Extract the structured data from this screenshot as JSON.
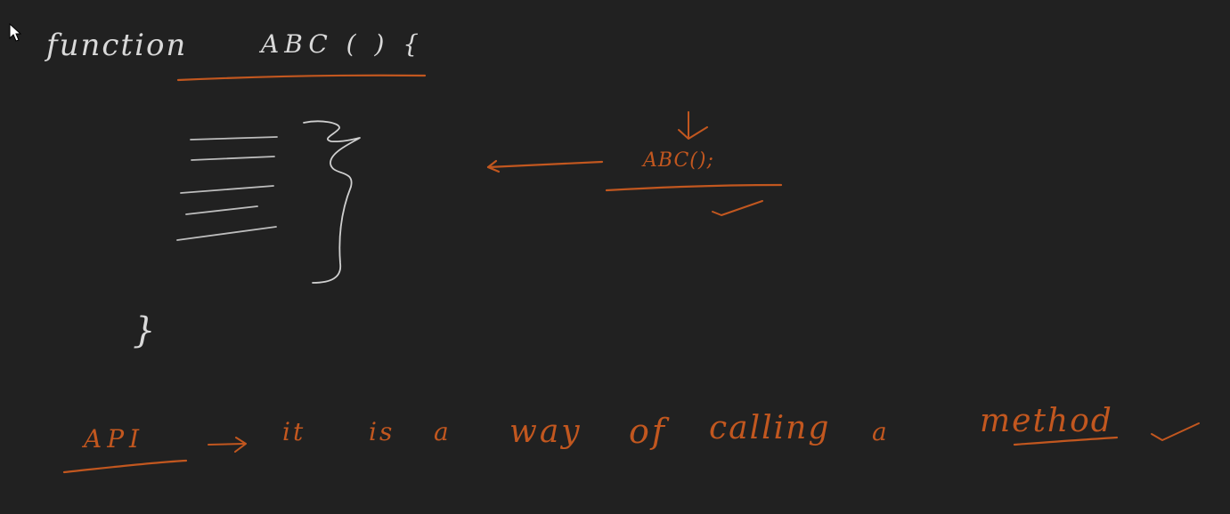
{
  "colors": {
    "background": "#212121",
    "chalk": "#d9d9d9",
    "ink": "#c2571f"
  },
  "cursor": {
    "icon": "mouse-pointer-icon"
  },
  "function_def": {
    "keyword": "function",
    "signature": "ABC ( ) {"
  },
  "body": {
    "close_brace": "}"
  },
  "call": {
    "text": "ABC();"
  },
  "api_line": {
    "term": "API",
    "words": [
      "it",
      "is",
      "a",
      "way",
      "of",
      "calling",
      "a",
      "method"
    ]
  }
}
